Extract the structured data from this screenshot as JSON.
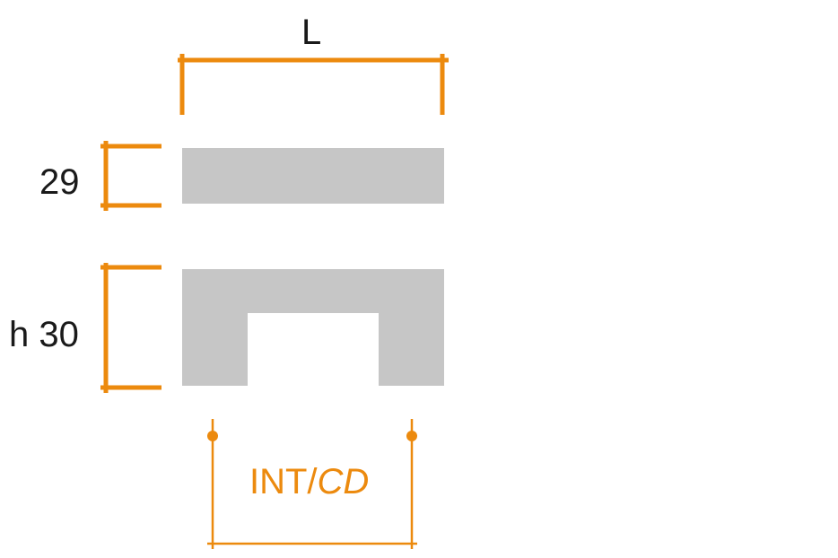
{
  "diagram": {
    "colors": {
      "dimension": "#ec8a0e",
      "profile": "#c6c6c6",
      "text": "#1a1a1a",
      "background": "#ffffff"
    },
    "labels": {
      "length": "L",
      "top_height": "29",
      "bottom_height": "h 30",
      "interaxis_prefix": "INT/",
      "interaxis_suffix": "CD"
    },
    "shapes": {
      "top_bar": "flat rectangular profile",
      "bottom_profile": "inverted U-shaped handle profile"
    }
  }
}
